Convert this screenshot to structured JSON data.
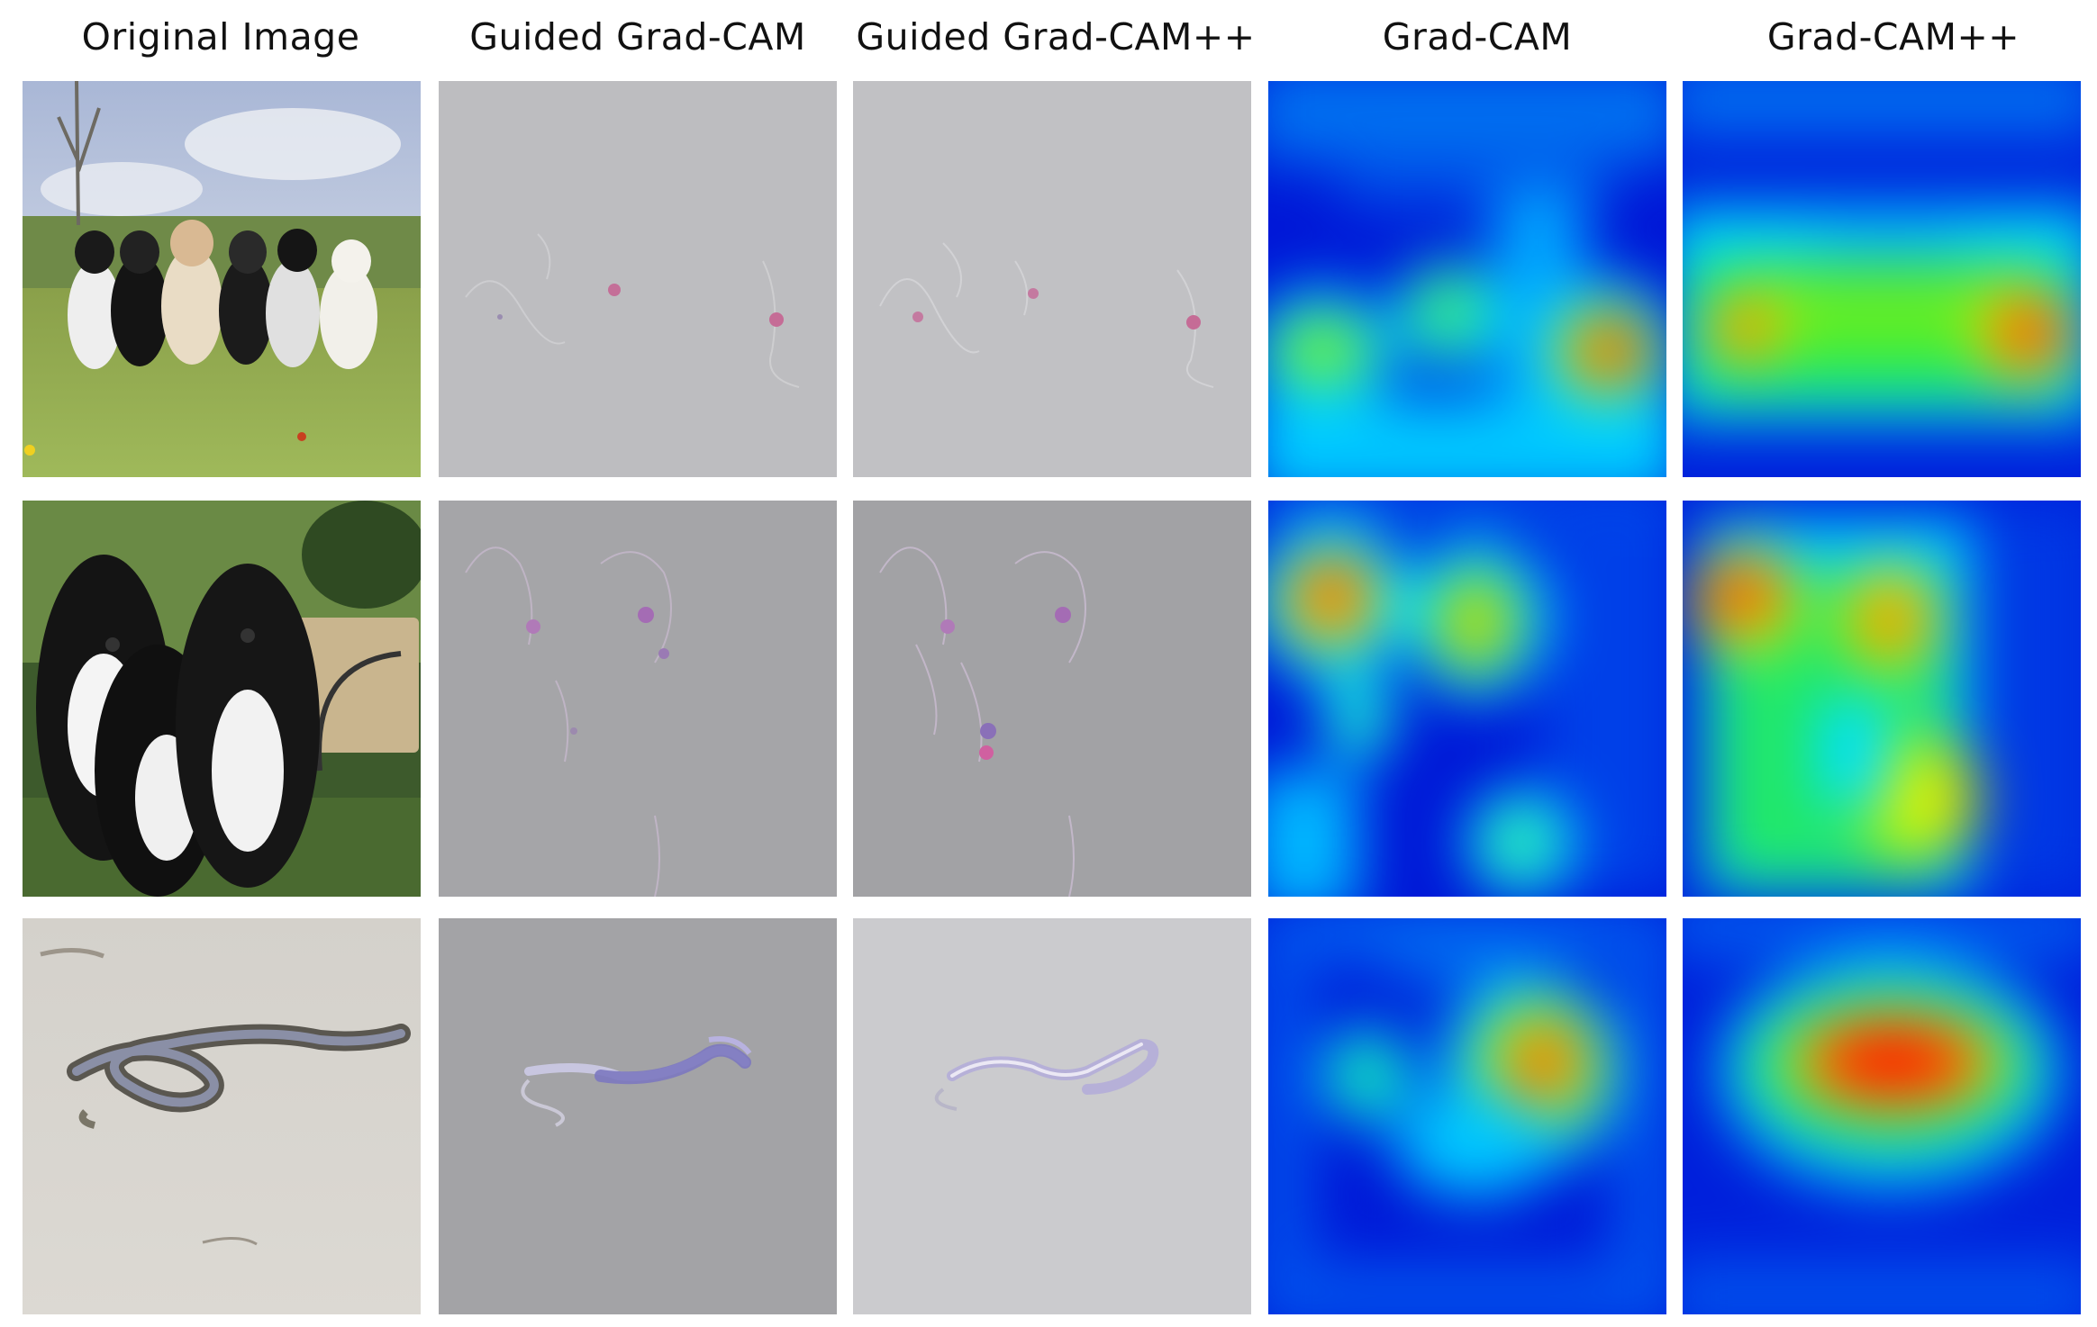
{
  "figure": {
    "column_headers": [
      "Original Image",
      "Guided Grad-CAM",
      "Guided Grad-CAM++",
      "Grad-CAM",
      "Grad-CAM++"
    ],
    "rows": [
      {
        "subject": "dogs",
        "panels": [
          {
            "kind": "photo",
            "icon": "dogs-photo-icon"
          },
          {
            "kind": "guided-grad-cam",
            "background": "#bdbdc0"
          },
          {
            "kind": "guided-grad-cam-pp",
            "background": "#c1c1c4"
          },
          {
            "kind": "grad-cam-heatmap"
          },
          {
            "kind": "grad-cam-pp-heatmap"
          }
        ]
      },
      {
        "subject": "puppies",
        "panels": [
          {
            "kind": "photo",
            "icon": "puppies-photo-icon"
          },
          {
            "kind": "guided-grad-cam",
            "background": "#a5a5a8"
          },
          {
            "kind": "guided-grad-cam-pp",
            "background": "#a2a2a5"
          },
          {
            "kind": "grad-cam-heatmap"
          },
          {
            "kind": "grad-cam-pp-heatmap"
          }
        ]
      },
      {
        "subject": "snake",
        "panels": [
          {
            "kind": "photo",
            "icon": "snake-photo-icon"
          },
          {
            "kind": "guided-grad-cam",
            "background": "#a3a3a6"
          },
          {
            "kind": "guided-grad-cam-pp",
            "background": "#cbcbce"
          },
          {
            "kind": "grad-cam-heatmap"
          },
          {
            "kind": "grad-cam-pp-heatmap"
          }
        ]
      }
    ],
    "heatmap_colors": {
      "low": "#0022dd",
      "cyan": "#00e5ff",
      "green": "#22ee22",
      "yellow": "#f0f000",
      "high": "#ff2200"
    }
  }
}
